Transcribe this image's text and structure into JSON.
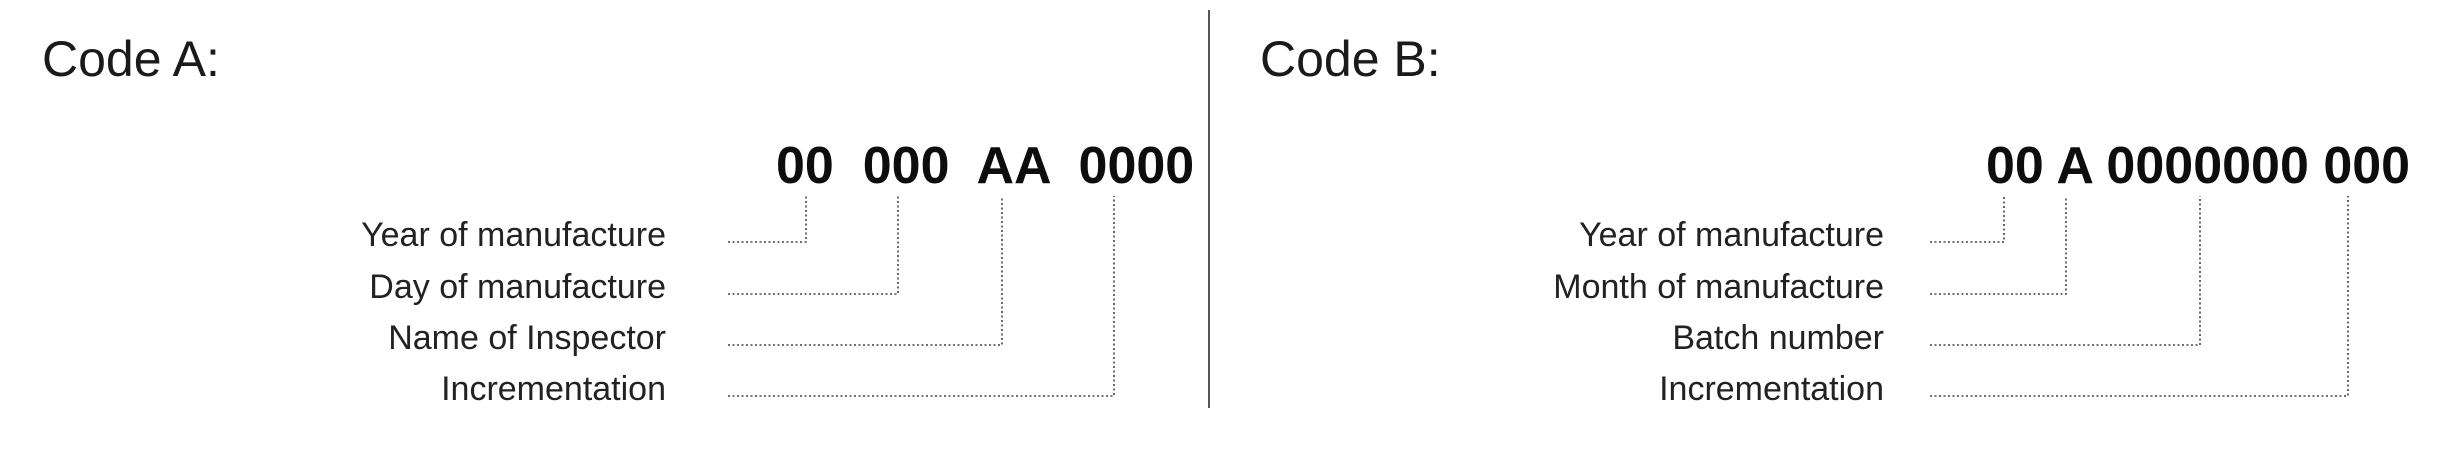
{
  "code_a": {
    "title": "Code A:",
    "value": "00  000  AA  0000",
    "fields": [
      "Year of manufacture",
      "Day of manufacture",
      "Name of Inspector",
      "Incrementation"
    ]
  },
  "code_b": {
    "title": "Code B:",
    "value": "00 A 0000000 000",
    "fields": [
      "Year of manufacture",
      "Month of manufacture",
      "Batch number",
      "Incrementation"
    ]
  }
}
